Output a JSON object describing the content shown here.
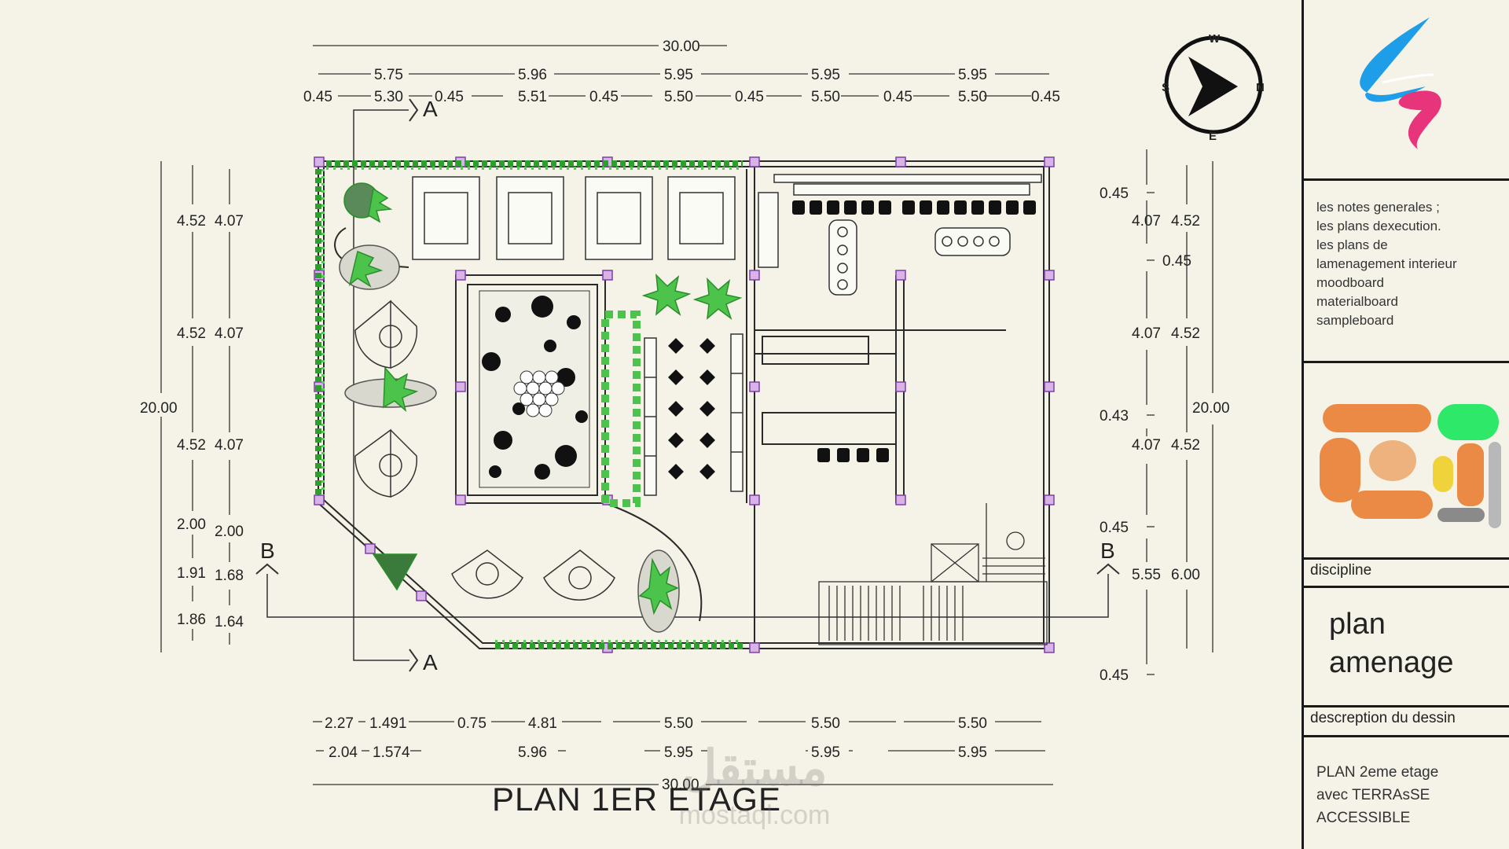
{
  "plan_title": "PLAN 1ER ETAGE",
  "watermark": {
    "arabic": "مستقل",
    "latin": "mostaql.com"
  },
  "north_arrow": {
    "icon": "compass-north-arrow-icon",
    "letters": [
      "N",
      "E",
      "S",
      "W"
    ]
  },
  "dimensions": {
    "top_total": "30.00",
    "top_row1": [
      "5.75",
      "5.96",
      "5.95",
      "5.95",
      "5.95"
    ],
    "top_row2": [
      "0.45",
      "5.30",
      "0.45",
      "5.51",
      "0.45",
      "5.50",
      "0.45",
      "5.50",
      "0.45",
      "5.50",
      "0.45"
    ],
    "left_total": "20.00",
    "left_outer": [
      "4.52",
      "4.52",
      "4.52",
      "2.00",
      "1.91",
      "1.86"
    ],
    "left_inner": [
      "4.07",
      "4.07",
      "4.07",
      "2.00",
      "1.68",
      "1.64"
    ],
    "right_total": "20.00",
    "right_col1": [
      "0.45",
      "4.07",
      "0.45",
      "4.07",
      "0.43",
      "4.07",
      "0.45",
      "5.55",
      "0.45"
    ],
    "right_col2": [
      "4.52",
      "4.52",
      "4.52",
      "6.00"
    ],
    "bottom_row1": [
      "2.27",
      "1.491",
      "0.75",
      "4.81",
      "5.50",
      "5.50",
      "5.50"
    ],
    "bottom_row2": [
      "2.04",
      "1.574",
      "5.96",
      "5.95",
      "5.95",
      "5.95"
    ],
    "bottom_total": "30.00"
  },
  "sections": {
    "a": "A",
    "b": "B"
  },
  "title_block": {
    "notes": [
      "les notes generales ;",
      "les plans dexecution.",
      "les plans de",
      "lamenagement interieur",
      "moodboard",
      "materialboard",
      "sampleboard"
    ],
    "discipline_label": "discipline",
    "discipline_value_line1": "plan",
    "discipline_value_line2": "amenage",
    "description_label": "descreption du dessin",
    "description_lines": [
      "PLAN 2eme etage",
      "avec TERRAsSE",
      "ACCESSIBLE"
    ]
  },
  "colors": {
    "background": "#f5f3e7",
    "line": "#222222",
    "vegetation": "#3fbf3f",
    "column": "#7d3fa8",
    "moodboard_orange": "#ea8a45",
    "moodboard_peach": "#eeb27e",
    "moodboard_green": "#2ee86a",
    "moodboard_yellow": "#f0d23a",
    "moodboard_gray": "#8a8a8a",
    "moodboard_lightgray": "#b8b8b8",
    "logo_blue": "#1e9de8",
    "logo_pink": "#e8347a"
  }
}
